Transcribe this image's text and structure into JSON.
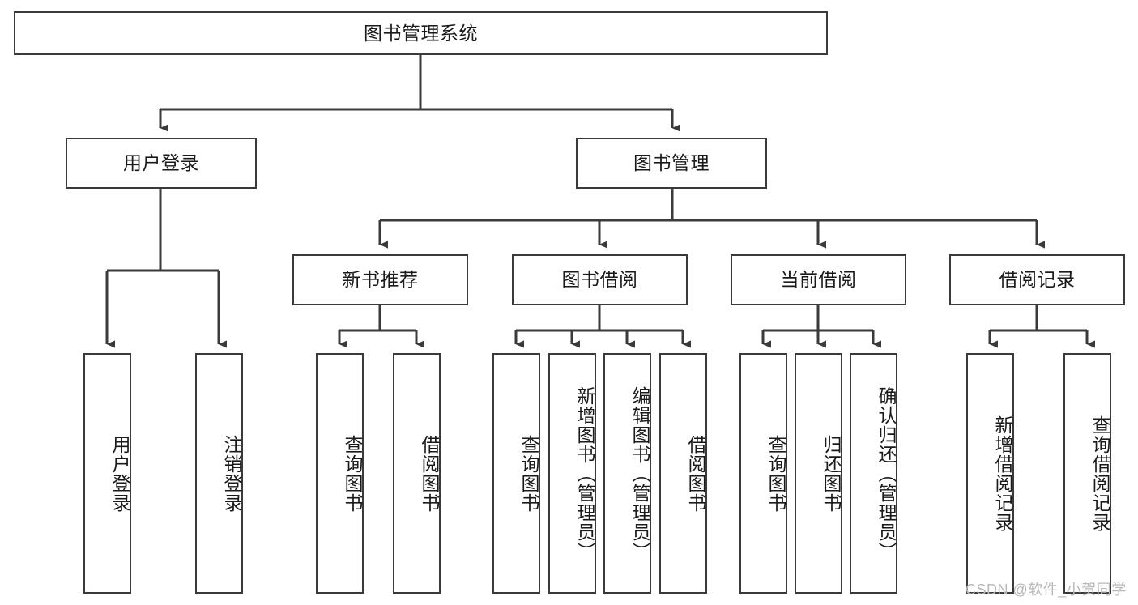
{
  "diagram": {
    "title": "图书管理系统",
    "type": "tree",
    "colors": {
      "stroke": "#3a3a3a",
      "fill": "#ffffff",
      "text": "#1a1a1a",
      "watermark": "#b9b9b9"
    },
    "root": {
      "label": "图书管理系统"
    },
    "level2": [
      {
        "label": "用户登录"
      },
      {
        "label": "图书管理"
      }
    ],
    "level3": [
      {
        "label": "新书推荐"
      },
      {
        "label": "图书借阅"
      },
      {
        "label": "当前借阅"
      },
      {
        "label": "借阅记录"
      }
    ],
    "leaves": {
      "user_login": [
        {
          "label": "用户登录"
        },
        {
          "label": "注销登录"
        }
      ],
      "new_book_recommend": [
        {
          "label": "查询图书"
        },
        {
          "label": "借阅图书"
        }
      ],
      "book_borrow": [
        {
          "label": "查询图书"
        },
        {
          "label": "新增图书（管理员）"
        },
        {
          "label": "编辑图书（管理员）"
        },
        {
          "label": "借阅图书"
        }
      ],
      "current_borrow": [
        {
          "label": "查询图书"
        },
        {
          "label": "归还图书"
        },
        {
          "label": "确认归还（管理员）"
        }
      ],
      "borrow_record": [
        {
          "label": "新增借阅记录"
        },
        {
          "label": "查询借阅记录"
        }
      ]
    },
    "watermark": "CSDN @软件_小贺同学"
  }
}
